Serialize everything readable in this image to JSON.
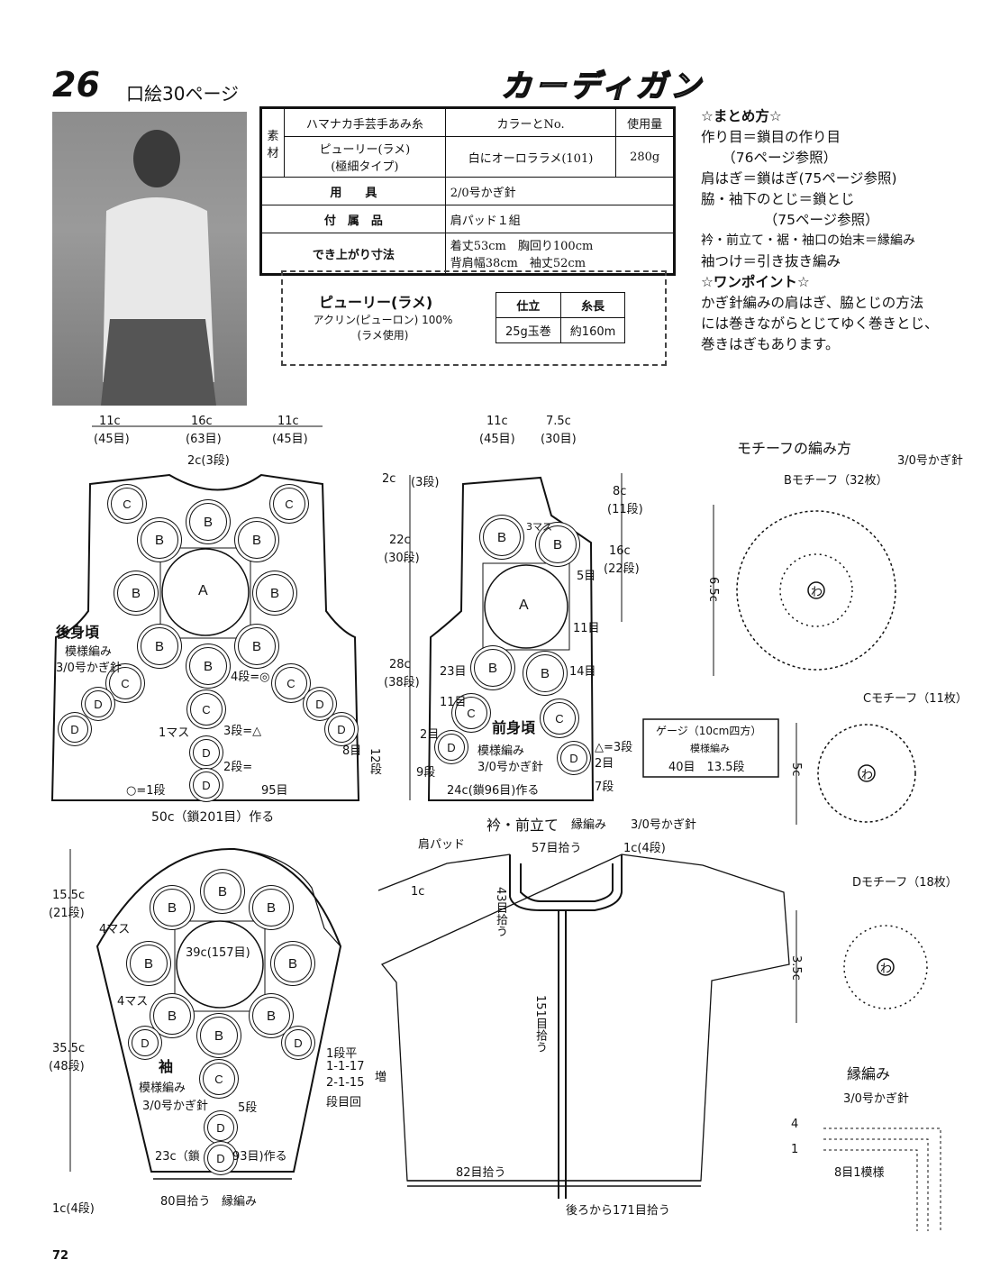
{
  "header": {
    "number": "26",
    "kuchie": "口絵30ページ",
    "title": "カーディガン",
    "page_number": "72"
  },
  "spec_table": {
    "material_label": "素材",
    "col_yarn": "ハマナカ手芸手あみ糸",
    "col_color": "カラーとNo.",
    "col_amount": "使用量",
    "yarn_name": "ピューリー(ラメ)",
    "yarn_type": "(極細タイプ)",
    "color": "白にオーロララメ(101)",
    "amount": "280g",
    "tools_label": "用　　具",
    "tools_value": "2/0号かぎ針",
    "accessory_label": "付　属　品",
    "accessory_value": "肩パッド１組",
    "size_label": "でき上がり寸法",
    "size_line1": "着丈53cm　胸回り100cm",
    "size_line2": "背肩幅38cm　袖丈52cm"
  },
  "yarn_box": {
    "name": "ピューリー(ラメ)",
    "composition_1": "アクリン(ピューロン) 100%",
    "composition_2": "(ラメ使用)",
    "col_put": "仕立",
    "col_length": "糸長",
    "put_value": "25g玉巻",
    "length_value": "約160m"
  },
  "notes": {
    "heading1": "☆まとめ方☆",
    "lines1": [
      "作り目＝鎖目の作り目",
      "　　（76ページ参照）",
      "肩はぎ＝鎖はぎ(75ページ参照)",
      "脇・袖下のとじ＝鎖とじ",
      "　　　　　（75ページ参照）",
      "衿・前立て・裾・袖口の始末＝縁編み",
      "袖つけ＝引き抜き編み"
    ],
    "heading2": "☆ワンポイント☆",
    "lines2": [
      "かぎ針編みの肩はぎ、脇とじの方法",
      "には巻きながらとじてゆく巻きとじ、",
      "巻きはぎもあります。"
    ]
  },
  "back_body": {
    "top_dims": [
      "11c",
      "(45目)",
      "16c",
      "(63目)",
      "11c",
      "(45目)"
    ],
    "neck": "2c(3段)",
    "title": "後身頃",
    "pattern": "模様編み",
    "hook": "3/0号かぎ針",
    "row4": "4段=◎",
    "row3": "3段=△",
    "row2": "2段=",
    "row1": "○=1段",
    "stitches95": "95目",
    "masu1": "1マス",
    "r8": "8目",
    "r12": "12段",
    "bottom": "50c（鎖201目）作る"
  },
  "front_body": {
    "top_dims": [
      "11c",
      "(45目)",
      "7.5c",
      "(30目)"
    ],
    "left_dims": [
      "2c",
      "(3段)",
      "22c",
      "(30段)",
      "28c",
      "(38段)"
    ],
    "right_dims": [
      "8c",
      "(11段)",
      "16c",
      "(22段)"
    ],
    "title": "前身頃",
    "pattern": "模様編み",
    "hook": "3/0号かぎ針",
    "masu3": "3マス",
    "labels": [
      "5目",
      "11目",
      "14目",
      "23目",
      "11目",
      "2目",
      "9段",
      "△=3段",
      "2目",
      "7段"
    ],
    "bottom": "24c(鎖96目)作る"
  },
  "gauge": {
    "title": "ゲージ（10cm四方）",
    "pattern": "模様編み",
    "value": "40目　13.5段"
  },
  "sleeve": {
    "left_dims": [
      "15.5c",
      "(21段)",
      "35.5c",
      "(48段)",
      "1c(4段)"
    ],
    "masu4a": "4マス",
    "masu4b": "4マス",
    "width": "39c(157目)",
    "title": "袖",
    "pattern": "模様編み",
    "hook": "3/0号かぎ針",
    "row5": "5段",
    "inc": [
      "1段平",
      "1-1-17",
      "2-1-15",
      "段目回"
    ],
    "inc_mark": "増",
    "bottom": "23c（鎖",
    "bottom2": "93目)作る",
    "pickup": "80目拾う",
    "edge": "縁編み"
  },
  "collar": {
    "title": "衿・前立て",
    "edge": "縁編み",
    "hook": "3/0号かぎ針",
    "shoulder_pad": "肩パッド",
    "pick57": "57目拾う",
    "c1": "1c(4段)",
    "c1b": "1c",
    "pick43": "43目拾う",
    "pick151": "151目拾う",
    "pick82": "82目拾う",
    "pick171": "後ろから171目拾う"
  },
  "motifs": {
    "heading": "モチーフの編み方",
    "hook": "3/0号かぎ針",
    "b": {
      "label": "Bモチーフ（32枚）",
      "size": "6.5c",
      "wa": "わ"
    },
    "c": {
      "label": "Cモチーフ（11枚）",
      "size": "5c",
      "wa": "わ"
    },
    "d": {
      "label": "Dモチーフ（18枚）",
      "size": "3.5c",
      "wa": "わ"
    }
  },
  "edging": {
    "title": "縁編み",
    "hook": "3/0号かぎ針",
    "repeat": "8目1模様",
    "rows": [
      "4",
      "1"
    ]
  },
  "motif_letters": {
    "a": "A",
    "b": "B",
    "c": "C",
    "d": "D"
  }
}
